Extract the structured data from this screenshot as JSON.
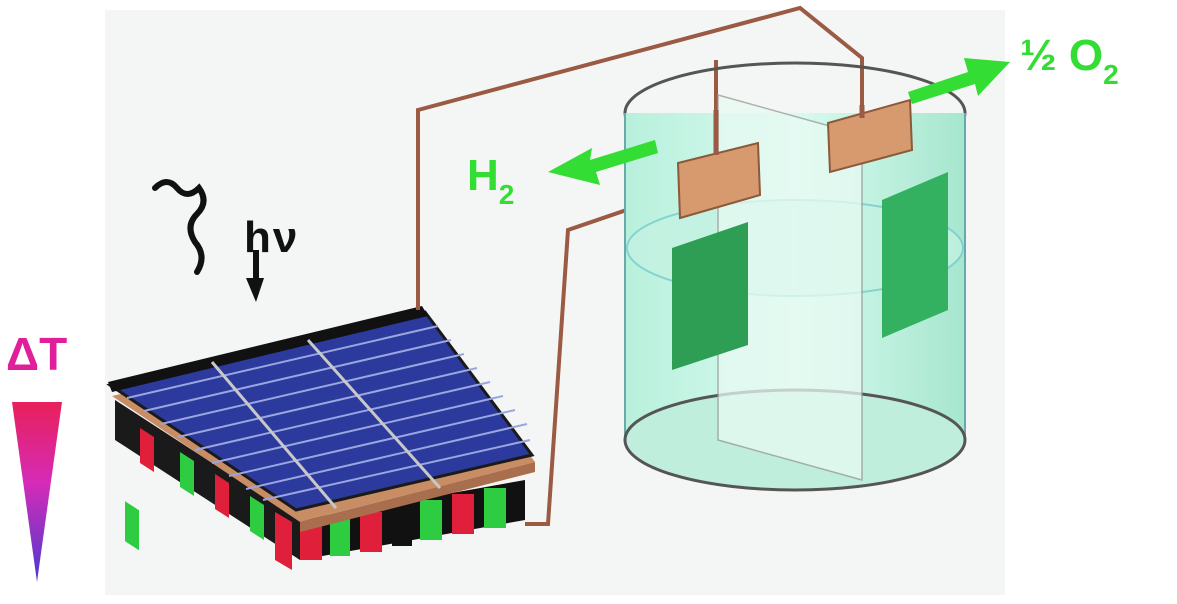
{
  "labels": {
    "photon_h": "h",
    "photon_nu": "ν",
    "delta_t": "ΔT",
    "hydrogen": "H",
    "hydrogen_sub": "2",
    "oxygen_half": "½ O",
    "oxygen_sub": "2"
  },
  "colors": {
    "gas_arrow": "#33dd33",
    "delta_t_text": "#e0209a",
    "panel_cells": "#2b3a9c",
    "wire": "#9a5a44",
    "electrode": "#d69a6e",
    "electrolyte": "#9fe8c8",
    "legs_green": "#2ecc40",
    "legs_red": "#e0203a"
  },
  "icons": {
    "photon": "wavy-arrow-icon",
    "gas_out": "arrow-icon",
    "gradient": "triangle-gradient-icon"
  }
}
